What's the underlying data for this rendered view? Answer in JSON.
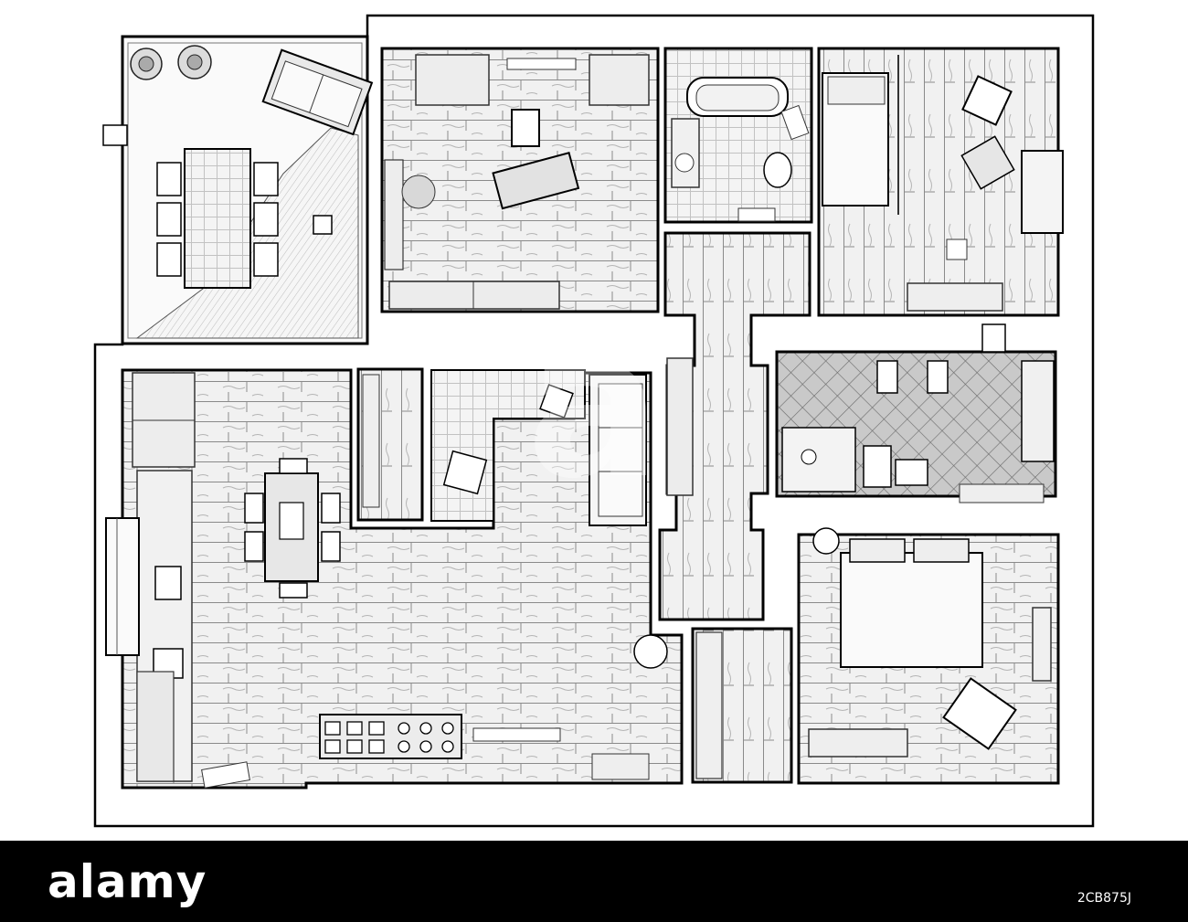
{
  "colors": {
    "ink": "#000000",
    "paper": "#ffffff",
    "floor": "#efefef",
    "tile": "#d8d8d8",
    "footer": "#000000"
  },
  "footer": {
    "logo_text": "alamy",
    "image_code": "2CB875J"
  },
  "watermark": {
    "text": "a"
  }
}
